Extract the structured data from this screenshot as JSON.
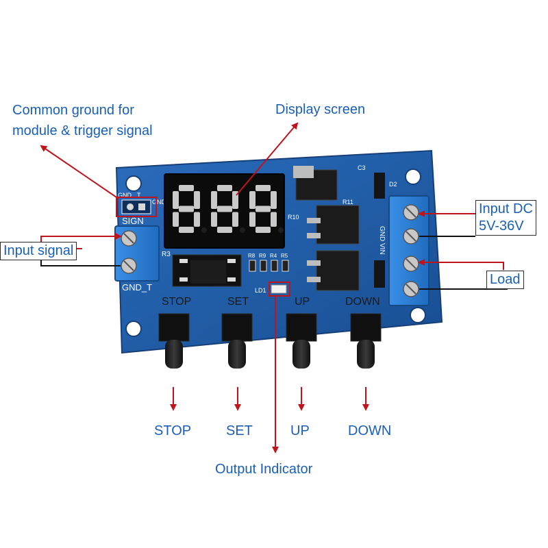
{
  "callouts": {
    "common_ground_line1": "Common ground for",
    "common_ground_line2": "module & trigger signal",
    "display_screen": "Display screen",
    "input_signal": "Input signal",
    "input_dc_line1": "Input DC",
    "input_dc_line2": "5V-36V",
    "load": "Load",
    "output_indicator": "Output Indicator",
    "stop": "STOP",
    "set": "SET",
    "up": "UP",
    "down": "DOWN"
  },
  "board": {
    "button_labels": {
      "stop": "STOP",
      "set": "SET",
      "up": "UP",
      "down": "DOWN"
    },
    "silkscreen": {
      "gnd": "GND",
      "t": "T",
      "gnd_side": "GND",
      "sign": "SIGN",
      "gnd_t": "GND_T",
      "gnd_vin": "GND VIN",
      "r3": "R3",
      "r10": "R10",
      "r11": "R11",
      "c3": "C3",
      "d2": "D2",
      "ld1": "LD1",
      "r_array": [
        "R8",
        "R9",
        "R4",
        "R5"
      ]
    },
    "display_digits": "888"
  },
  "colors": {
    "pcb": "#1f5fae",
    "terminal": "#2b7fd6",
    "arrow": "#c0141c",
    "callout_text": "#1a5fb4",
    "display_segment": "#c9c9c9"
  }
}
